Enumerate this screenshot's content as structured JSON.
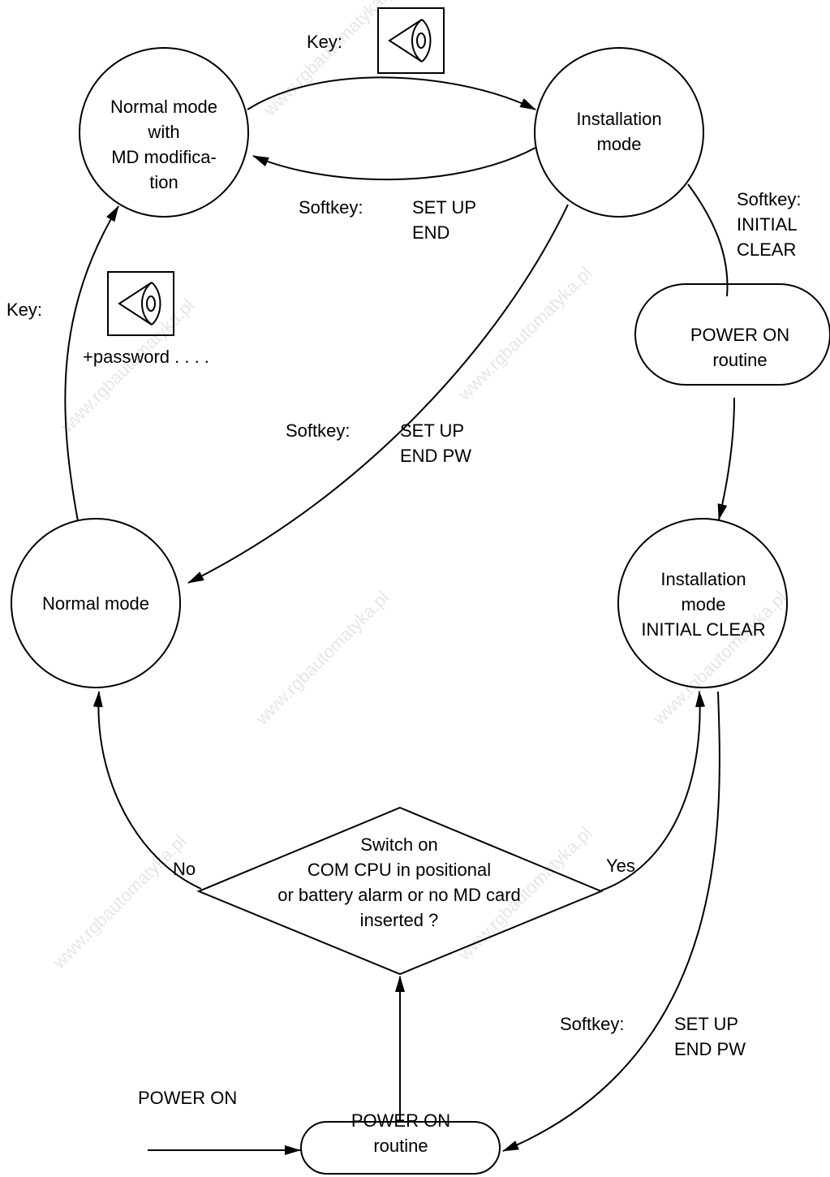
{
  "watermark": "www.rgbautomatyka.pl",
  "nodes": {
    "normal_md": [
      "Normal mode",
      "with",
      "MD modifica-",
      "tion"
    ],
    "installation": [
      "Installation",
      "mode"
    ],
    "power_on_routine_right": [
      "POWER ON",
      "routine"
    ],
    "normal": [
      "Normal mode"
    ],
    "installation_clear": [
      "Installation",
      "mode",
      "INITIAL CLEAR"
    ],
    "decision": [
      "Switch on",
      "COM CPU in positional",
      "or battery alarm or no MD card",
      "inserted ?"
    ],
    "power_on_routine_bottom": [
      "POWER ON",
      "routine"
    ]
  },
  "labels": {
    "key_top": "Key:",
    "key_left": "Key:",
    "password": "+password . . . .",
    "softkey_setup_end_label": "Softkey:",
    "softkey_setup_end_lines": [
      "SET UP",
      "END"
    ],
    "softkey_initial_clear": [
      "Softkey:",
      "INITIAL",
      "CLEAR"
    ],
    "softkey_endpw_mid_label": "Softkey:",
    "softkey_endpw_mid_lines": [
      "SET UP",
      "END PW"
    ],
    "softkey_endpw_bottom_label": "Softkey:",
    "softkey_endpw_bottom_lines": [
      "SET UP",
      "END PW"
    ],
    "no": "No",
    "yes": "Yes",
    "power_on": "POWER ON"
  },
  "icons": [
    "eye-key-icon",
    "eye-key-icon"
  ]
}
